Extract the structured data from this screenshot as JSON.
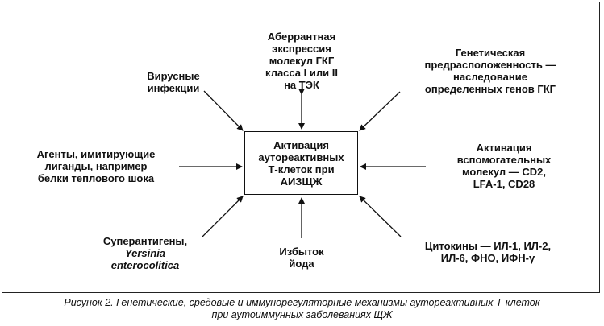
{
  "center": {
    "lines": [
      "Активация",
      "аутореактивных",
      "Т-клеток при",
      "АИЗЩЖ"
    ]
  },
  "nodes": {
    "aberrant_expression": [
      "Аберрантная",
      "экспрессия",
      "молекул ГКГ",
      "класса I или II",
      "на ТЭК"
    ],
    "viral_infections": [
      "Вирусные",
      "инфекции"
    ],
    "genetic_predisposition": [
      "Генетическая",
      "предрасположенность —",
      "наследование",
      "определенных генов ГКГ"
    ],
    "mimicking_agents": [
      "Агенты, имитирующие",
      "лиганды, например",
      "белки теплового шока"
    ],
    "costimulatory_activation": [
      "Активация",
      "вспомогательных",
      "молекул — CD2,",
      "LFA-1, CD28"
    ],
    "superantigens": [
      "Суперантигены,",
      "Yersinia",
      "enterocolitica"
    ],
    "iodine_excess": [
      "Избыток",
      "йода"
    ],
    "cytokines": [
      "Цитокины — ИЛ-1, ИЛ-2,",
      "ИЛ-6, ФНО, ИФН-γ"
    ]
  },
  "caption": {
    "line1": "Рисунок 2. Генетические, средовые и иммунорегуляторные механизмы аутореактивных Т-клеток",
    "line2": "при аутоиммунных заболеваниях ЩЖ"
  }
}
